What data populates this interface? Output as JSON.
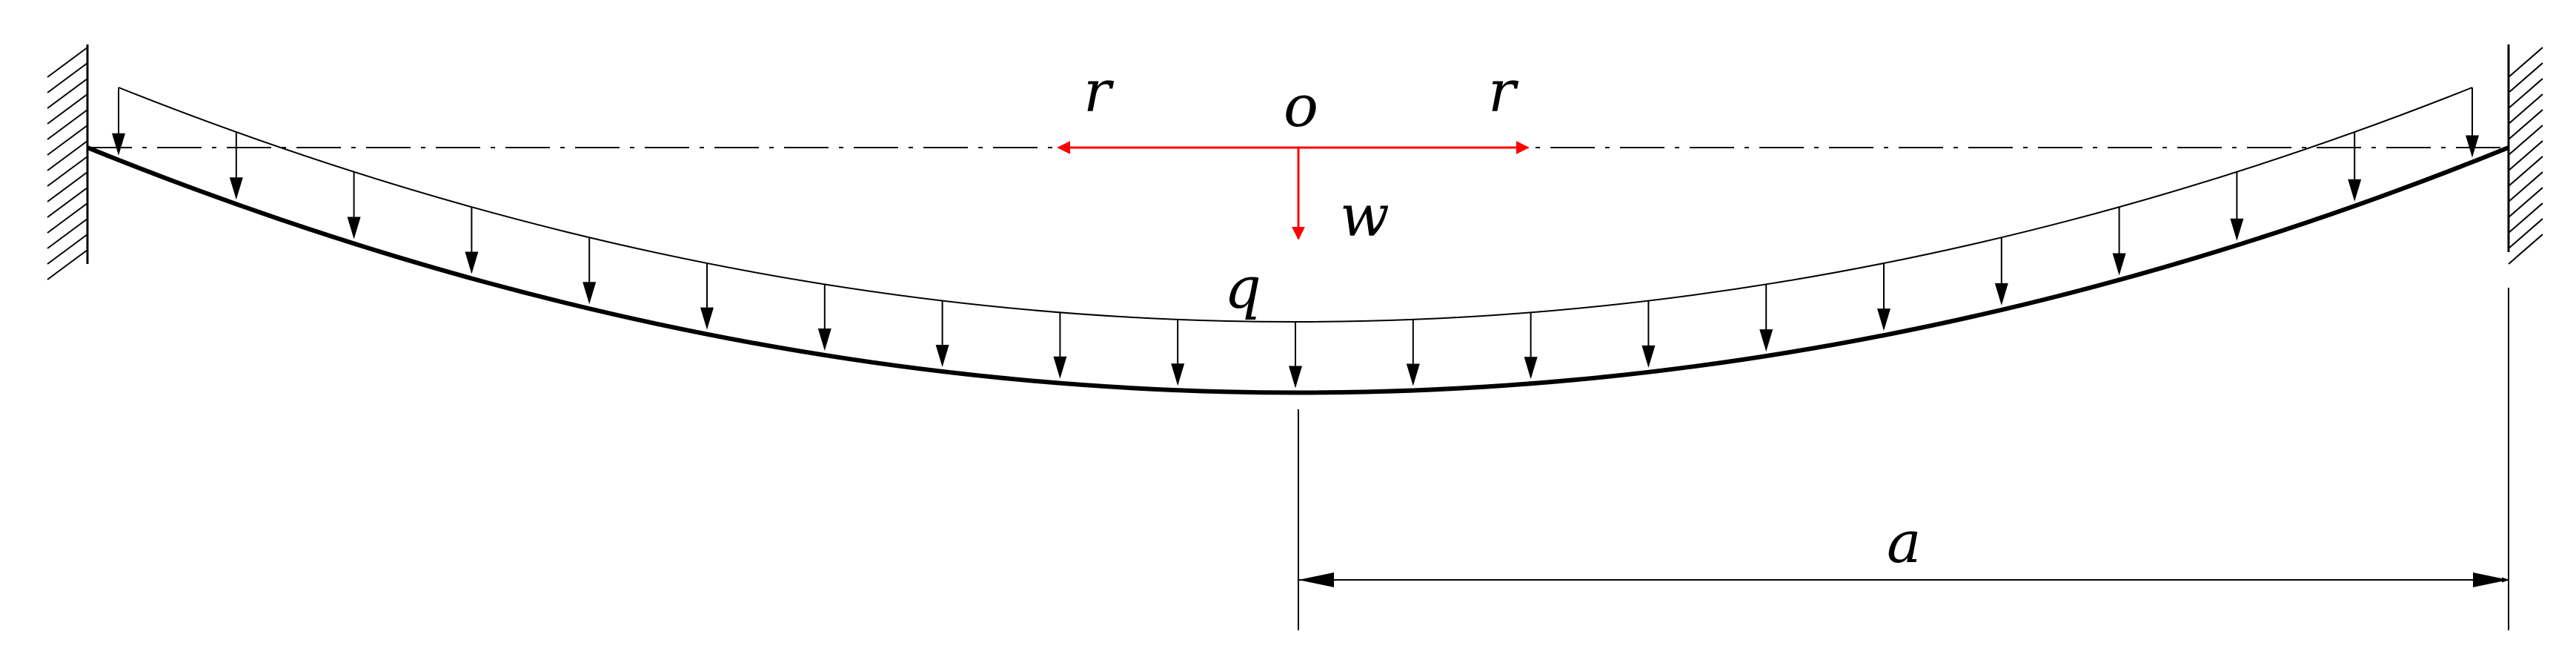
{
  "labels": {
    "origin": "o",
    "radial_left": "r",
    "radial_right": "r",
    "deflection": "w",
    "load": "q",
    "radius": "a"
  },
  "load_arrow_count": 21,
  "colors": {
    "structure": "#000000",
    "coordinate_axes": "#ff0000",
    "background": "#ffffff"
  }
}
